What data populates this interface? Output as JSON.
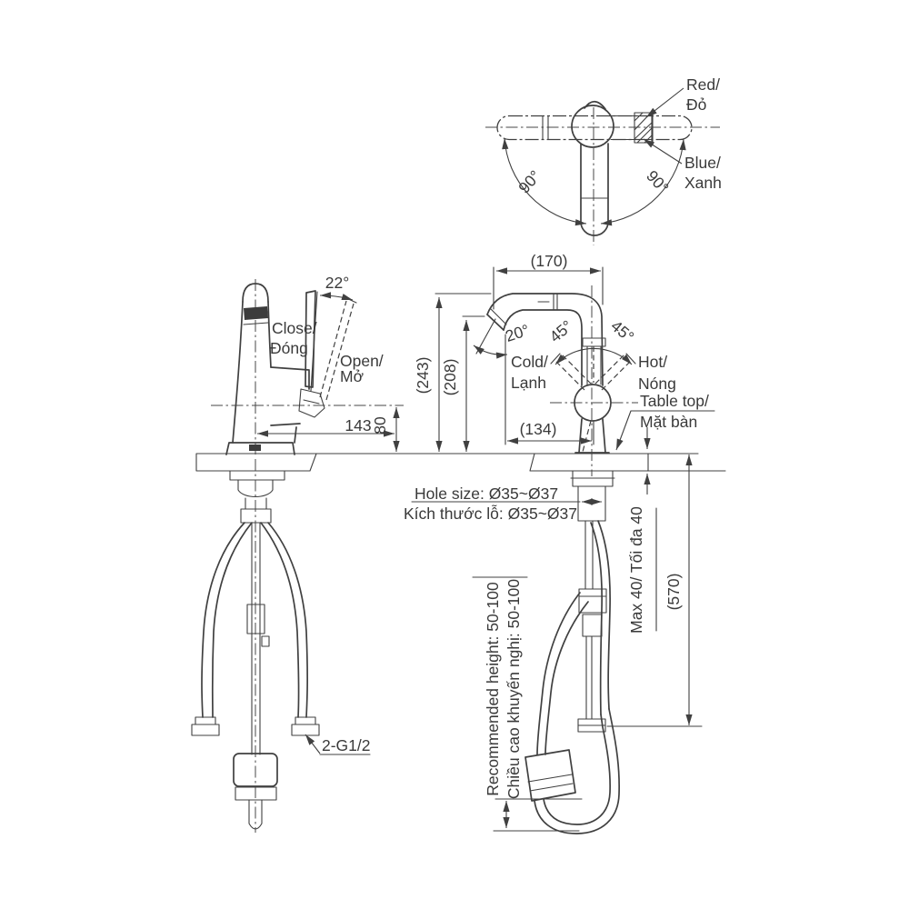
{
  "top_view": {
    "red_line1": "Red/",
    "red_line2": "Đỏ",
    "blue_line1": "Blue/",
    "blue_line2": "Xanh",
    "swing_left": "90°",
    "swing_right": "90°"
  },
  "front_view": {
    "dim_width": "(170)",
    "dim_total_height": "(243)",
    "dim_spout_height": "(208)",
    "spout_swivel": "20°",
    "handle_left": "45°",
    "handle_right": "45°",
    "cold_line1": "Cold/",
    "cold_line2": "Lạnh",
    "hot_line1": "Hot/",
    "hot_line2": "Nóng",
    "tabletop_line1": "Table top/",
    "tabletop_line2": "Mặt bàn",
    "dim_spout_center": "(134)"
  },
  "side_view": {
    "handle_swing": "22°",
    "close_line1": "Close/",
    "close_line2": "Đóng",
    "open_line1": "Open/",
    "open_line2": "Mở",
    "dim_reach": "143",
    "dim_handle_height": "80",
    "thread_label": "2-G1/2"
  },
  "installation": {
    "hole_size_en": "Hole size: Ø35~Ø37",
    "hole_size_vi": "Kích thước lỗ: Ø35~Ø37",
    "max_thickness": "Max 40/ Tối đa 40",
    "dim_hose_drop": "(570)",
    "recommended_height_en": "Recommended height: 50-100",
    "recommended_height_vi": "Chiều cao khuyến nghị: 50-100"
  }
}
